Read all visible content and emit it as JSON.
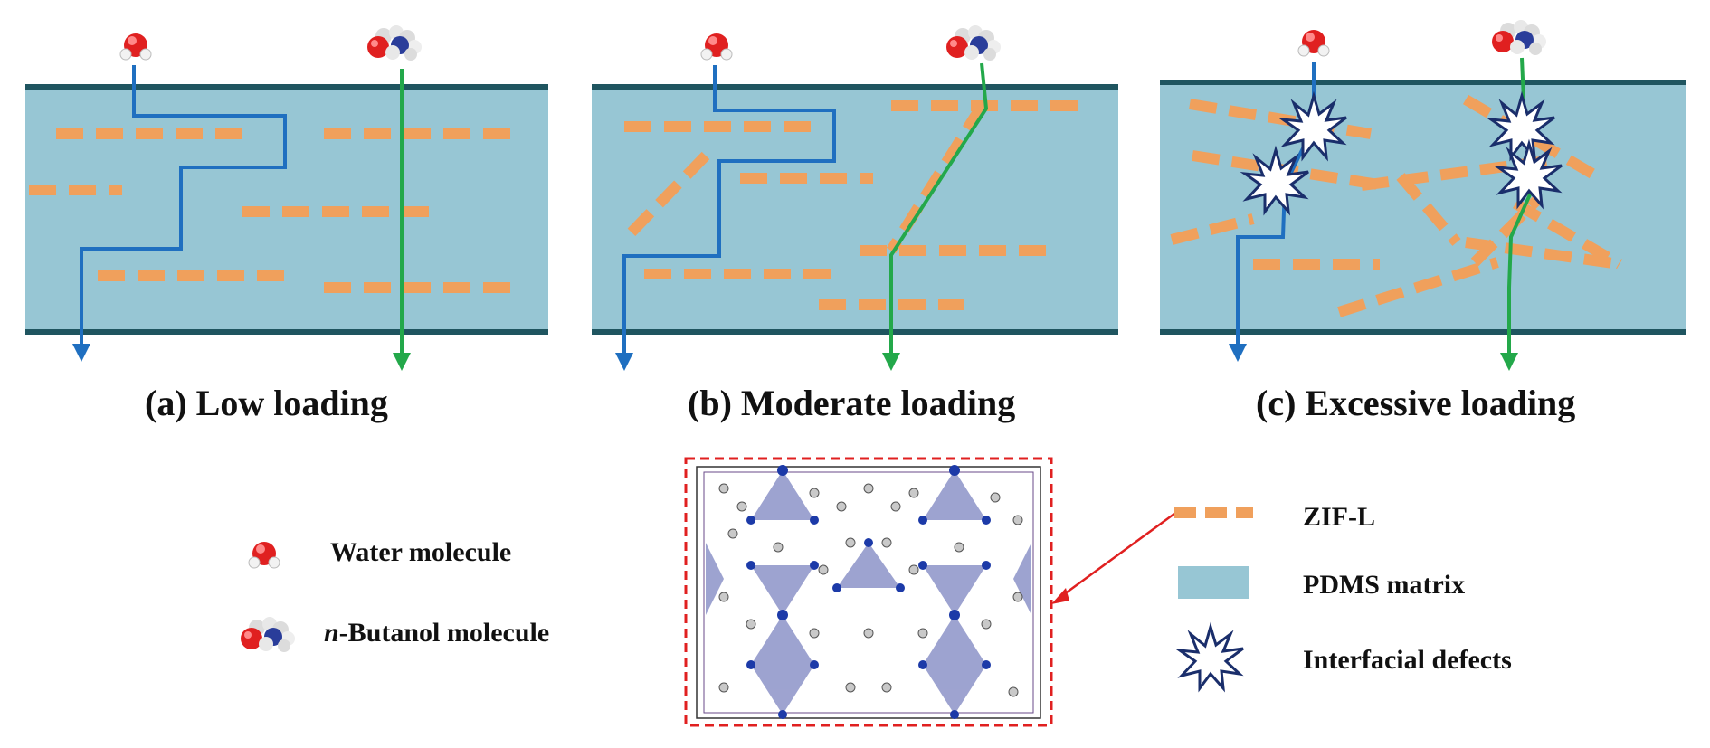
{
  "panels": [
    {
      "caption": "(a) Low loading"
    },
    {
      "caption": "(b) Moderate loading"
    },
    {
      "caption": "(c) Excessive loading"
    }
  ],
  "legend": {
    "water": "Water molecule",
    "butanol_italic": "n",
    "butanol_rest": "-Butanol molecule",
    "zif": "ZIF-L",
    "pdms": "PDMS matrix",
    "defects": "Interfacial defects"
  },
  "colors": {
    "matrix": "#97c6d4",
    "matrix_border": "#1f5560",
    "zif": "#f0a05c",
    "water_path": "#1f6fc0",
    "butanol_path": "#23a84a",
    "water_atom": "#e02020",
    "defect_outline": "#1a2e6b",
    "inset_border": "#e02020"
  }
}
